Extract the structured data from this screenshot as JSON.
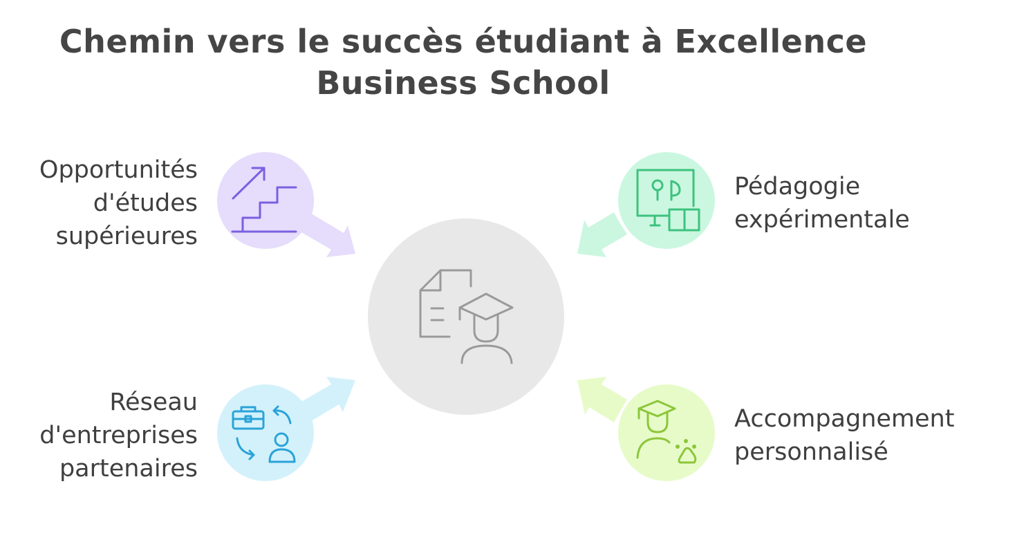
{
  "title": {
    "line1": "Chemin vers le succès étudiant à Excellence",
    "line2": "Business School"
  },
  "nodes": {
    "top_left": {
      "lines": [
        "Opportunités",
        "d'études",
        "supérieures"
      ],
      "color": "#e6dcfb",
      "icon": "stairs-up-arrow-icon",
      "accent": "#7b5fe0"
    },
    "top_right": {
      "lines": [
        "Pédagogie",
        "expérimentale"
      ],
      "color": "#cbf7e1",
      "icon": "board-book-icon",
      "accent": "#3dc27d"
    },
    "bottom_left": {
      "lines": [
        "Réseau",
        "d'entreprises",
        "partenaires"
      ],
      "color": "#d3f1fb",
      "icon": "briefcase-exchange-icon",
      "accent": "#2aa3d8"
    },
    "bottom_right": {
      "lines": [
        "Accompagnement",
        "personnalisé"
      ],
      "color": "#e7fbc9",
      "icon": "graduate-mentor-icon",
      "accent": "#8cc63a"
    }
  },
  "center": {
    "color": "#e8e8e8",
    "icon": "diploma-graduate-icon",
    "accent": "#9a9a9a"
  }
}
